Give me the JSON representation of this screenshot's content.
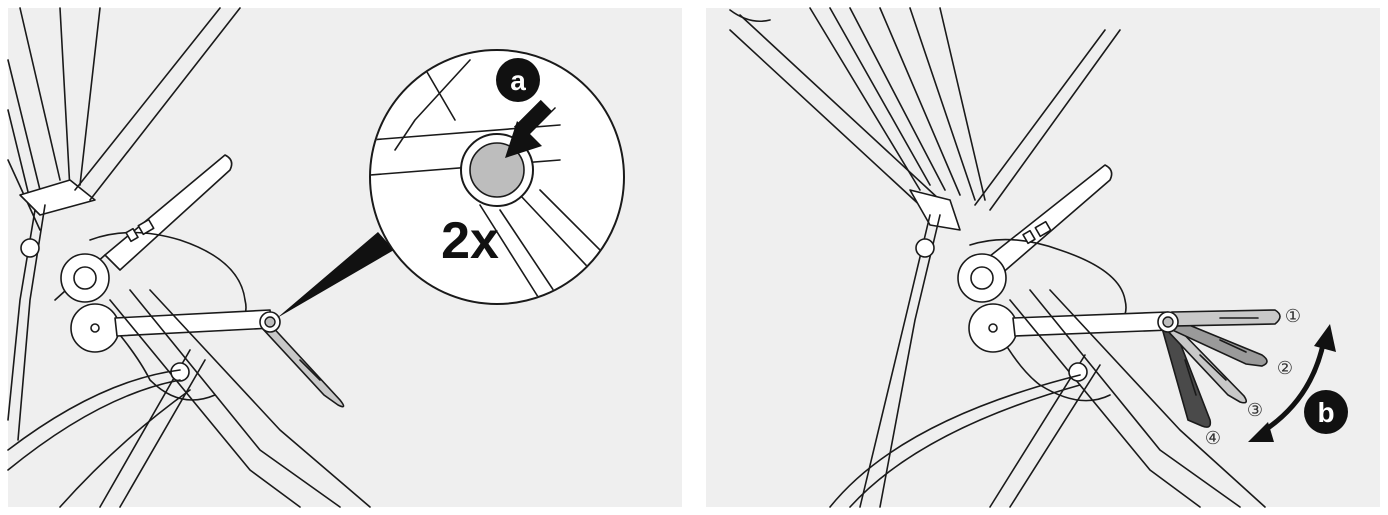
{
  "colors": {
    "background": "#efefef",
    "line": "#1a1a1a",
    "button_fill": "#bdbdbd",
    "handle_light": "#c8c8c8",
    "handle_mid": "#9a9a9a",
    "handle_dark": "#6a6a6a",
    "handle_darkest": "#4a4a4a",
    "label_fill": "#111111"
  },
  "left_panel": {
    "callout_label": "a",
    "press_count": "2x"
  },
  "right_panel": {
    "motion_label": "b",
    "positions": [
      "①",
      "②",
      "③",
      "④"
    ]
  }
}
